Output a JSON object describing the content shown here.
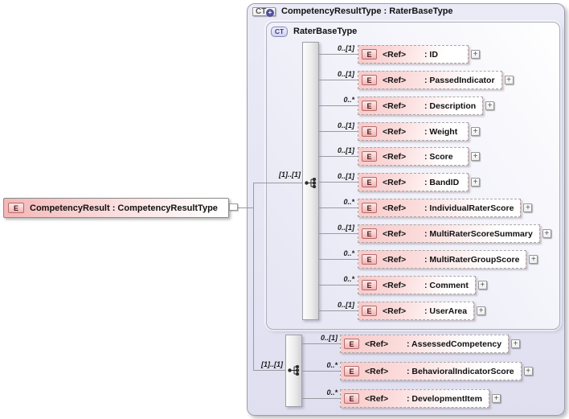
{
  "diagram": {
    "root_element": {
      "badge": "E",
      "label": "CompetencyResult : CompetencyResultType"
    },
    "outer": {
      "badge": "CT",
      "title": "CompetencyResultType : RaterBaseType",
      "base": {
        "badge": "CT",
        "title": "RaterBaseType",
        "group_cardinality": "[1]..[1]",
        "items": [
          {
            "card": "0..[1]",
            "ref": "<Ref>",
            "name": ": ID"
          },
          {
            "card": "0..[1]",
            "ref": "<Ref>",
            "name": ": PassedIndicator"
          },
          {
            "card": "0..*",
            "ref": "<Ref>",
            "name": ": Description"
          },
          {
            "card": "0..[1]",
            "ref": "<Ref>",
            "name": ": Weight"
          },
          {
            "card": "0..[1]",
            "ref": "<Ref>",
            "name": ": Score"
          },
          {
            "card": "0..[1]",
            "ref": "<Ref>",
            "name": ": BandID"
          },
          {
            "card": "0..*",
            "ref": "<Ref>",
            "name": ": IndividualRaterScore"
          },
          {
            "card": "0..[1]",
            "ref": "<Ref>",
            "name": ": MultiRaterScoreSummary"
          },
          {
            "card": "0..*",
            "ref": "<Ref>",
            "name": ": MultiRaterGroupScore"
          },
          {
            "card": "0..*",
            "ref": "<Ref>",
            "name": ": Comment"
          },
          {
            "card": "0..[1]",
            "ref": "<Ref>",
            "name": ": UserArea"
          }
        ]
      },
      "extension": {
        "group_cardinality": "[1]..[1]",
        "items": [
          {
            "card": "0..[1]",
            "ref": "<Ref>",
            "name": ": AssessedCompetency"
          },
          {
            "card": "0..*",
            "ref": "<Ref>",
            "name": ": BehavioralIndicatorScore"
          },
          {
            "card": "0..*",
            "ref": "<Ref>",
            "name": ": DevelopmentItem"
          }
        ]
      }
    },
    "icons": {
      "expand": "+",
      "ct_plus": "+"
    },
    "colors": {
      "element_pink": "#f6baba",
      "type_lavender": "#e6e6f4",
      "line_gray": "#9a9aa0",
      "border_gray": "#a8a8a8"
    }
  }
}
